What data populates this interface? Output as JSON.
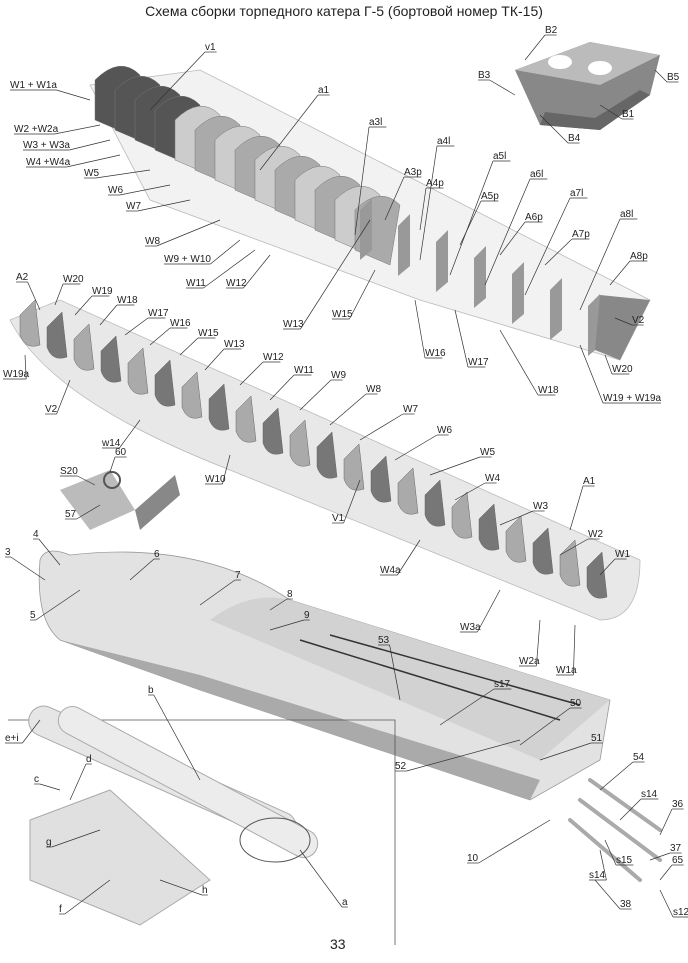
{
  "title": "Схема сборки торпедного катера Г-5 (бортовой номер ТК-15)",
  "page_number": "33",
  "labels": {
    "bridge": [
      "B2",
      "B3",
      "B5",
      "B1",
      "B4"
    ],
    "deck_frame": [
      "v1",
      "a1",
      "W1 + W1a",
      "W2 +W2a",
      "W3 + W3a",
      "W4 +W4a",
      "W5",
      "W6",
      "W7",
      "W8",
      "W9 + W10",
      "W11",
      "W12",
      "W13",
      "a3l",
      "a4l",
      "a5l",
      "a6l",
      "a7l",
      "a8l",
      "A3p",
      "A4p",
      "A5p",
      "A6p",
      "A7p",
      "A8p",
      "V2",
      "W15",
      "W16",
      "W17",
      "W18",
      "W19 + W19a",
      "W20"
    ],
    "bottom_frame": [
      "A2",
      "W20",
      "W19",
      "W18",
      "W17",
      "W16",
      "W15",
      "W13",
      "W12",
      "W11",
      "W9",
      "W8",
      "W7",
      "W6",
      "W5",
      "W4",
      "W3",
      "W2",
      "W1",
      "A1",
      "W19a",
      "V2",
      "w14",
      "W10",
      "V1",
      "W4a",
      "W3a",
      "W2a",
      "W1a"
    ],
    "cockpit": [
      "S20",
      "60",
      "57"
    ],
    "hull": [
      "3",
      "4",
      "6",
      "7",
      "8",
      "9",
      "5",
      "53",
      "s17",
      "50",
      "51",
      "52",
      "54",
      "s14",
      "36",
      "37",
      "65",
      "s12",
      "s15",
      "s14",
      "38",
      "10"
    ],
    "torpedo": [
      "e+i",
      "b",
      "d",
      "c",
      "g",
      "f",
      "h",
      "a"
    ]
  }
}
